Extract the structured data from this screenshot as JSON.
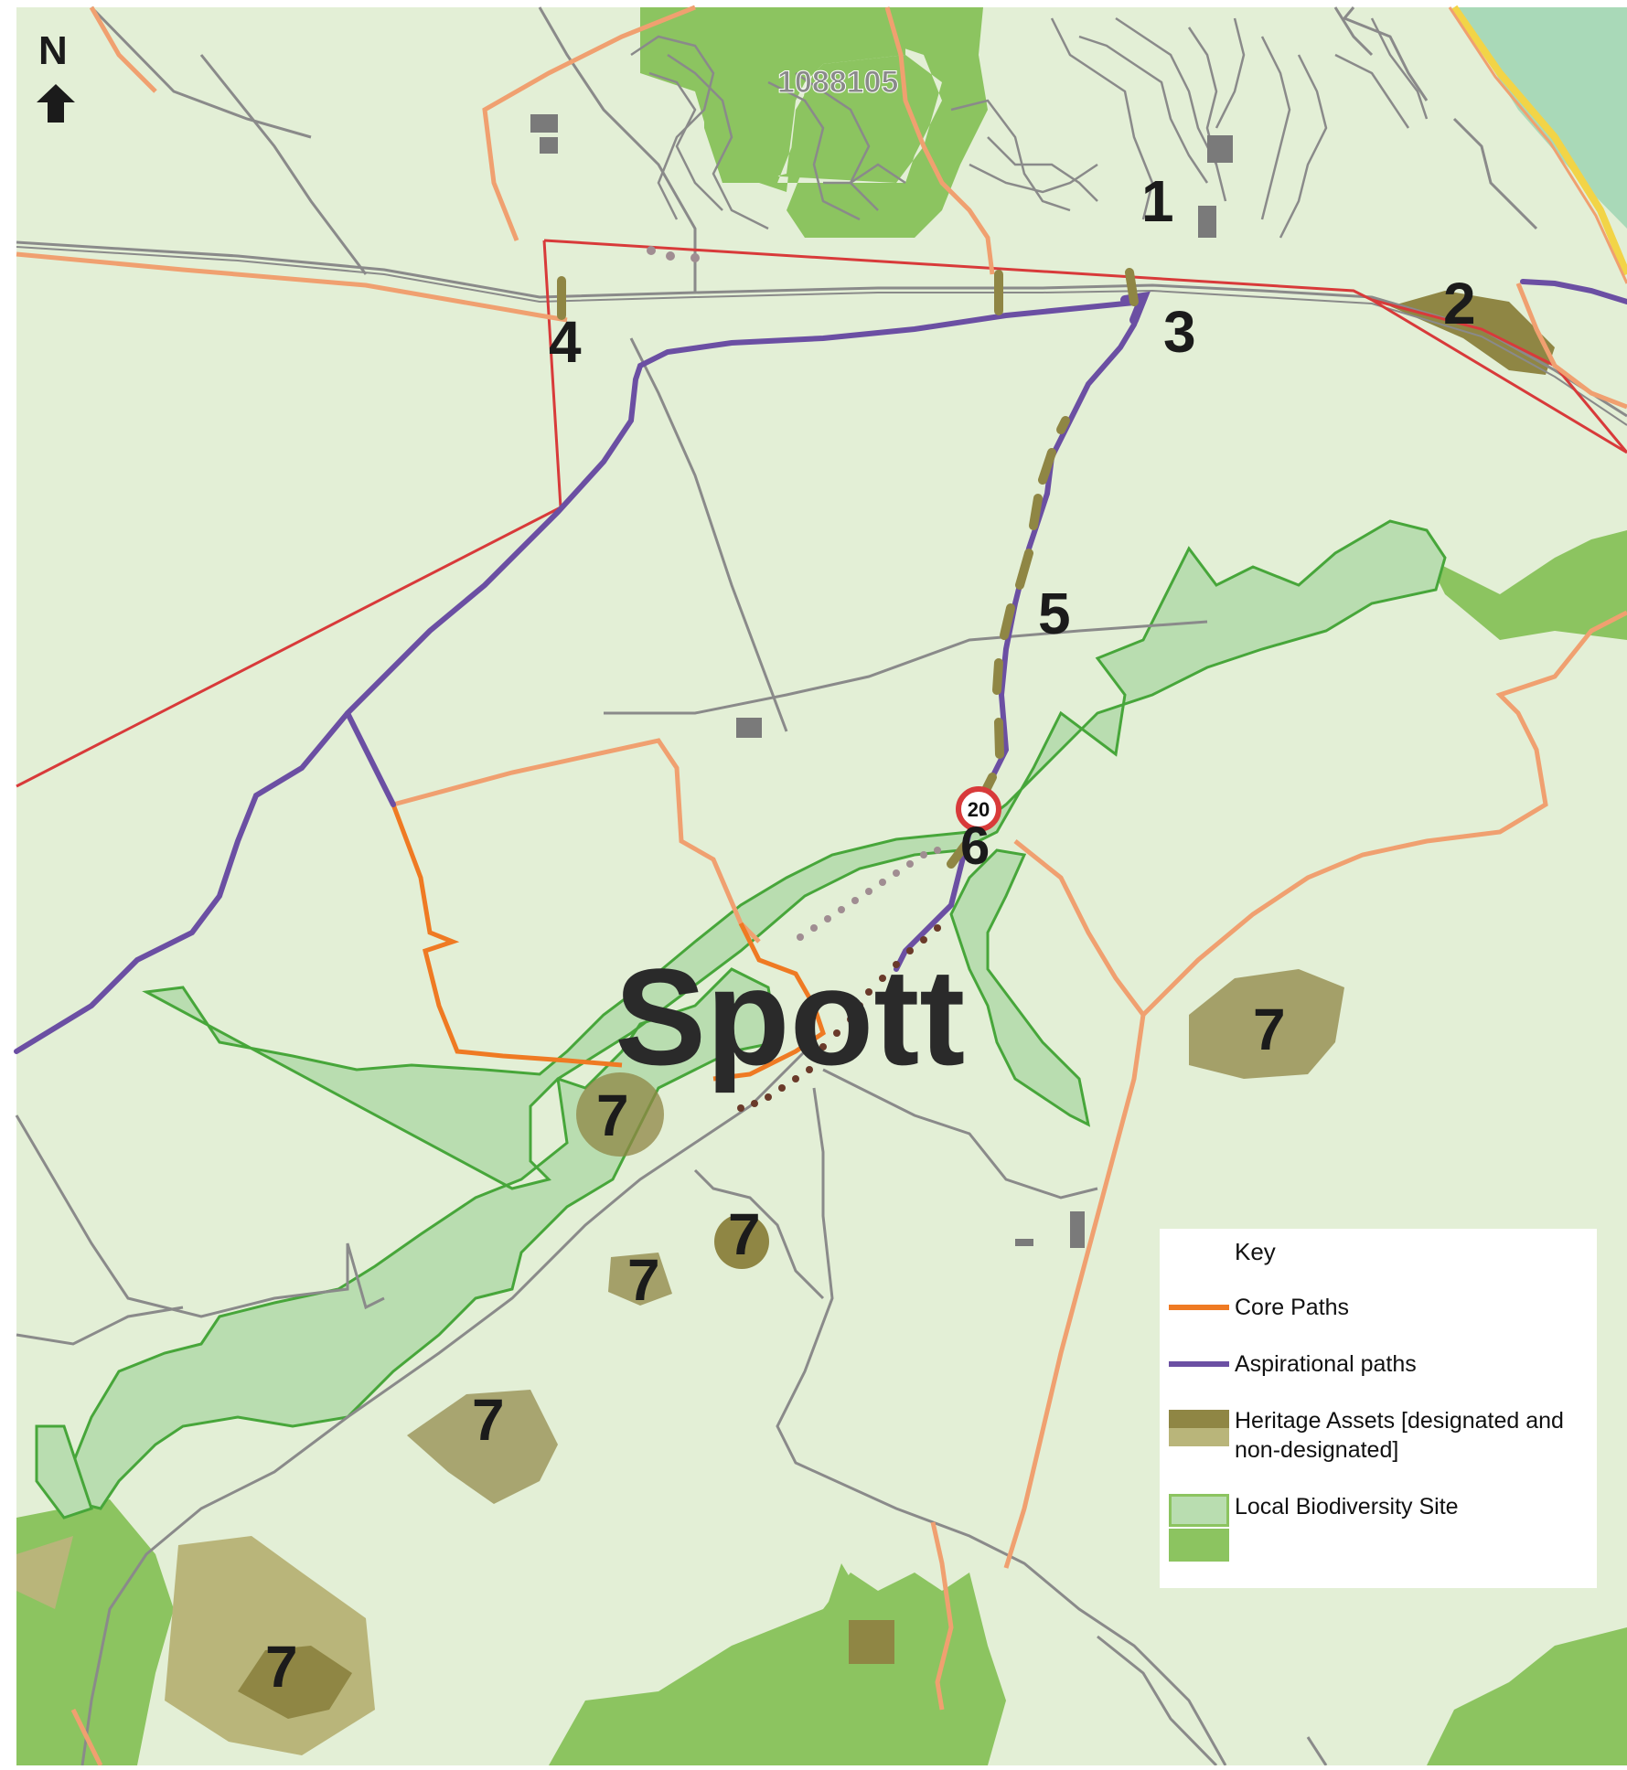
{
  "map": {
    "place_name": "Spott",
    "grid_label": "1088105",
    "north_label": "N",
    "speed_limit": "20",
    "markers": [
      {
        "label": "1"
      },
      {
        "label": "2"
      },
      {
        "label": "3"
      },
      {
        "label": "4"
      },
      {
        "label": "5"
      },
      {
        "label": "6"
      },
      {
        "label": "7"
      },
      {
        "label": "7"
      },
      {
        "label": "7"
      },
      {
        "label": "7"
      },
      {
        "label": "7"
      },
      {
        "label": "7"
      }
    ]
  },
  "legend": {
    "title": "Key",
    "items": [
      {
        "label": "Core Paths",
        "color": "#ef7a23"
      },
      {
        "label": "Aspirational paths",
        "color": "#6b4fa3"
      },
      {
        "label": "Heritage Assets [designated and non-designated]",
        "color": "#8f8644",
        "color2": "#b9b57a"
      },
      {
        "label": "Local Biodiversity Site",
        "color": "#b9ddb0",
        "color2": "#8cc460"
      }
    ]
  },
  "colors": {
    "background": "#e3efd6",
    "road": "#8a8a8a",
    "boundary_red": "#d83a3a",
    "core_path_light": "#f0a070",
    "core_path": "#ef7a23",
    "aspirational": "#6b4fa3",
    "woodland": "#8cc460",
    "biodiversity": "#b9ddb0",
    "biodiversity_edge": "#47a63a",
    "heritage_dark": "#8f8644",
    "heritage_light": "#b9b57a",
    "a_road": "#f2d447"
  }
}
